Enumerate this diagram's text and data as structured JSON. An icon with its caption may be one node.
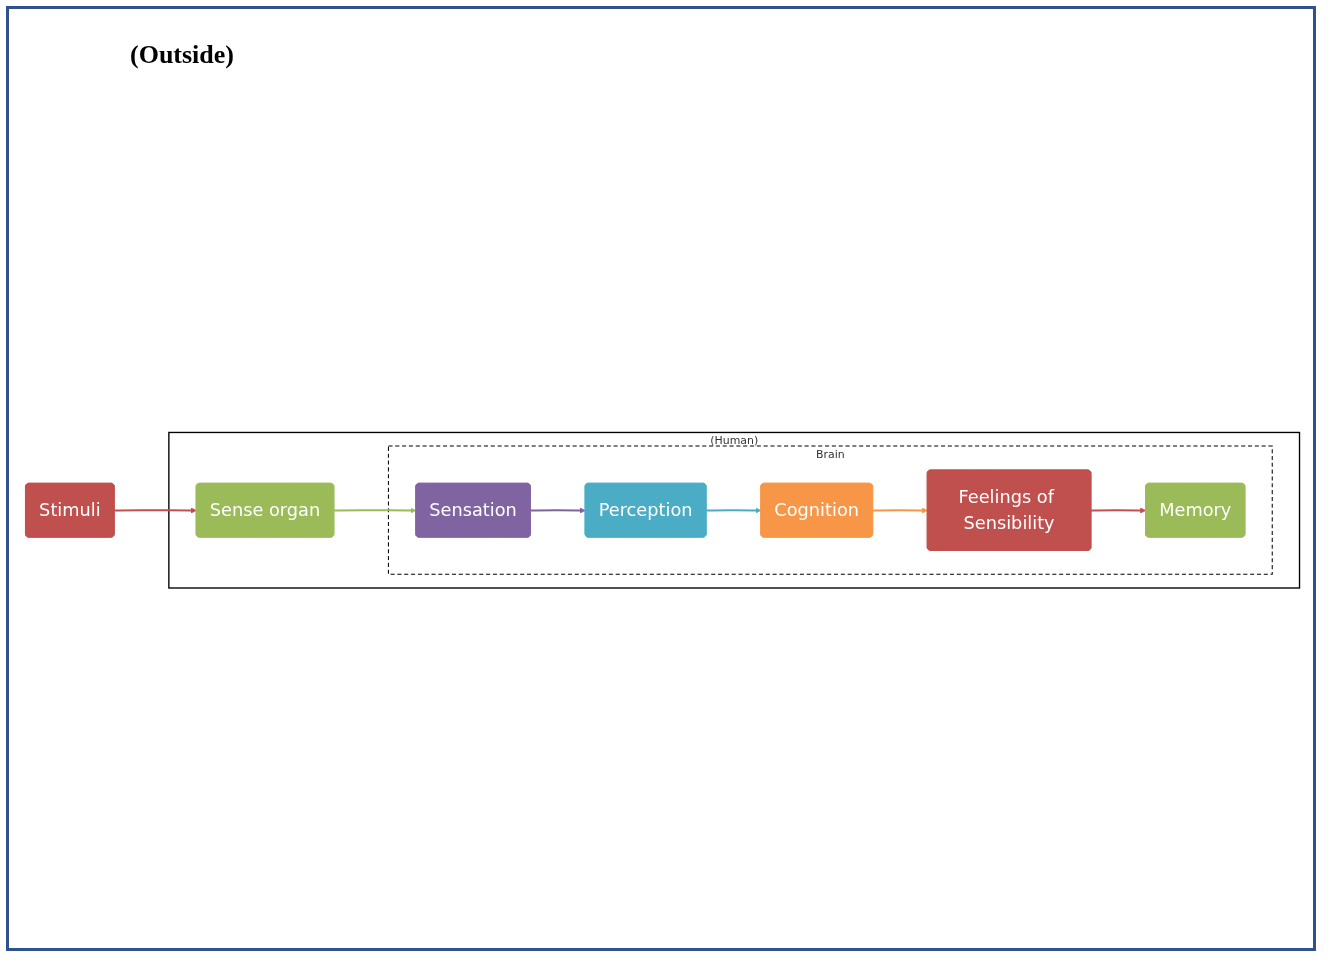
{
  "diagram": {
    "nodes": [
      {
        "text": [
          "Stimuli"
        ]
      },
      {
        "text": [
          "(Human)"
        ]
      },
      {
        "text": [
          "Sense organ"
        ],
        "in": 1
      },
      {
        "text": [
          "Brain"
        ],
        "in": 1
      },
      {
        "text": [
          "Sensation"
        ],
        "in": 3
      },
      {
        "text": [
          "Perception"
        ],
        "in": 3
      },
      {
        "text": [
          "Cognition"
        ],
        "in": 3
      },
      {
        "text": [
          "Feelings of Sensibility"
        ],
        "in": 3
      },
      {
        "text": [
          "Memory"
        ],
        "in": 3
      }
    ],
    "edges": [
      {
        "from": 0,
        "to": 2,
        "arrow": "to",
        "color": "#c0504d"
      },
      {
        "from": 2,
        "to": 4,
        "arrow": "to",
        "color": "#9bbb59"
      },
      {
        "from": 4,
        "to": 5,
        "arrow": "to",
        "color": "#8064a2"
      },
      {
        "from": 5,
        "to": 6,
        "arrow": "to",
        "color": "#4bacc6"
      },
      {
        "from": 6,
        "to": 7,
        "arrow": "to",
        "color": "#f79646"
      },
      {
        "from": 7,
        "to": 8,
        "arrow": "to",
        "color": "#c0504d"
      }
    ],
    "labels": [
      "(Outside)"
    ]
  }
}
